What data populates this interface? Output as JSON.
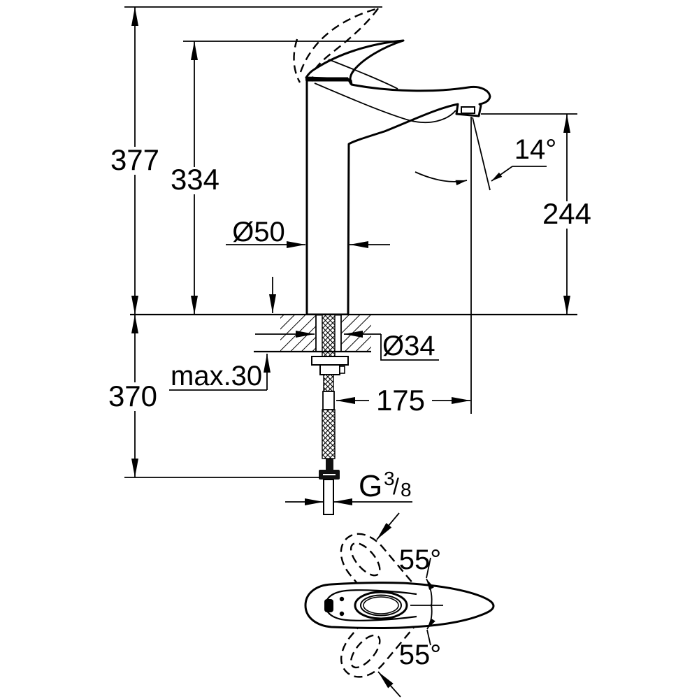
{
  "drawing": {
    "background": "#ffffff",
    "line_color": "#000000",
    "labels": {
      "total_height": "377",
      "handle_height": "334",
      "outlet_height": "244",
      "outlet_angle": "14°",
      "body_diameter": "Ø50",
      "hole_diameter": "Ø34",
      "max_deck_thickness": "max.30",
      "below_deck_length": "370",
      "spout_reach": "175",
      "handle_swing_upper": "55°",
      "handle_swing_lower": "55°",
      "thread_letter": "G",
      "thread_numerator": "3",
      "thread_slash": "/",
      "thread_denominator": "8"
    }
  }
}
